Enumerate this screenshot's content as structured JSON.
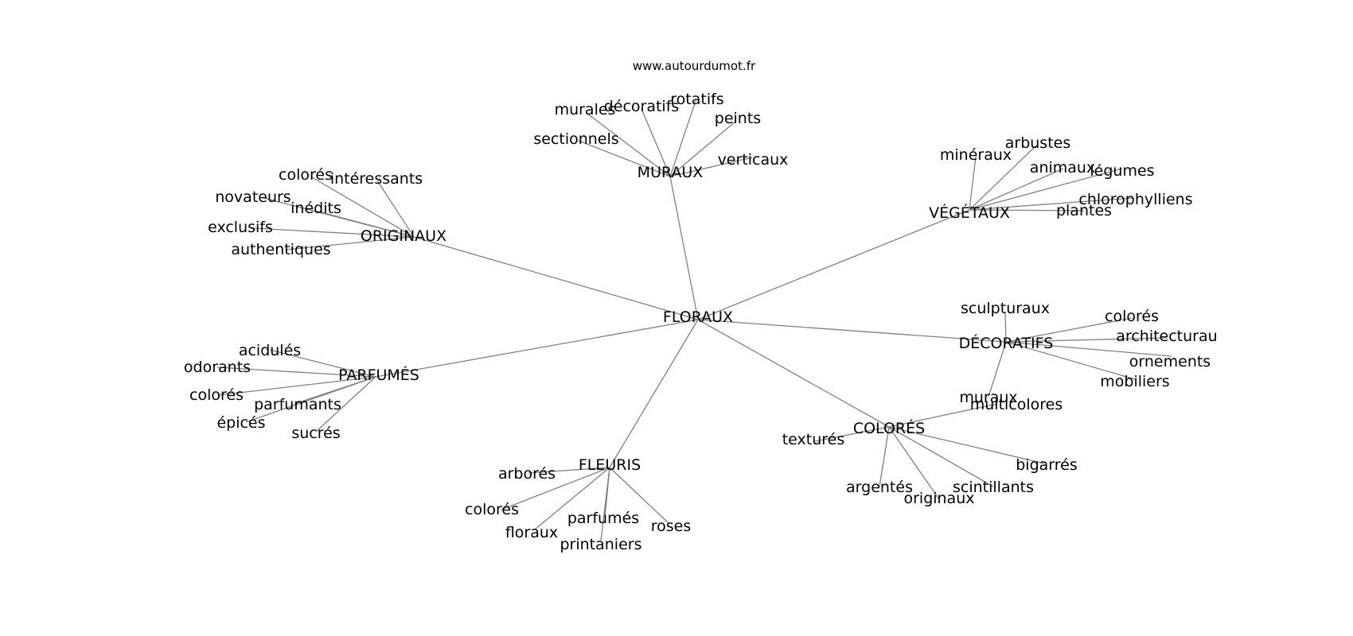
{
  "source": "www.autourdumot.fr",
  "center": "FLORAUX",
  "hubs": [
    {
      "key": "muraux",
      "label": "MURAUX",
      "leaves": [
        "murales",
        "décoratifs",
        "rotatifs",
        "peints",
        "sectionnels",
        "verticaux"
      ]
    },
    {
      "key": "vegetaux",
      "label": "VÉGÉTAUX",
      "leaves": [
        "minéraux",
        "arbustes",
        "animaux",
        "légumes",
        "chlorophylliens",
        "plantes"
      ]
    },
    {
      "key": "originaux",
      "label": "ORIGINAUX",
      "leaves": [
        "colorés",
        "intéressants",
        "novateurs",
        "inédits",
        "exclusifs",
        "authentiques"
      ]
    },
    {
      "key": "decoratifs",
      "label": "DÉCORATIFS",
      "leaves": [
        "sculpturaux",
        "colorés",
        "architecturau",
        "ornements",
        "mobiliers",
        "muraux"
      ]
    },
    {
      "key": "parfumes",
      "label": "PARFUMÉS",
      "leaves": [
        "acidulés",
        "odorants",
        "colorés",
        "parfumants",
        "épicés",
        "sucrés"
      ]
    },
    {
      "key": "colores",
      "label": "COLORÉS",
      "leaves": [
        "multicolores",
        "texturés",
        "bigarrés",
        "argentés",
        "scintillants",
        "originaux"
      ]
    },
    {
      "key": "fleuris",
      "label": "FLEURIS",
      "leaves": [
        "arborés",
        "colorés",
        "parfumés",
        "floraux",
        "roses",
        "printaniers"
      ]
    }
  ]
}
